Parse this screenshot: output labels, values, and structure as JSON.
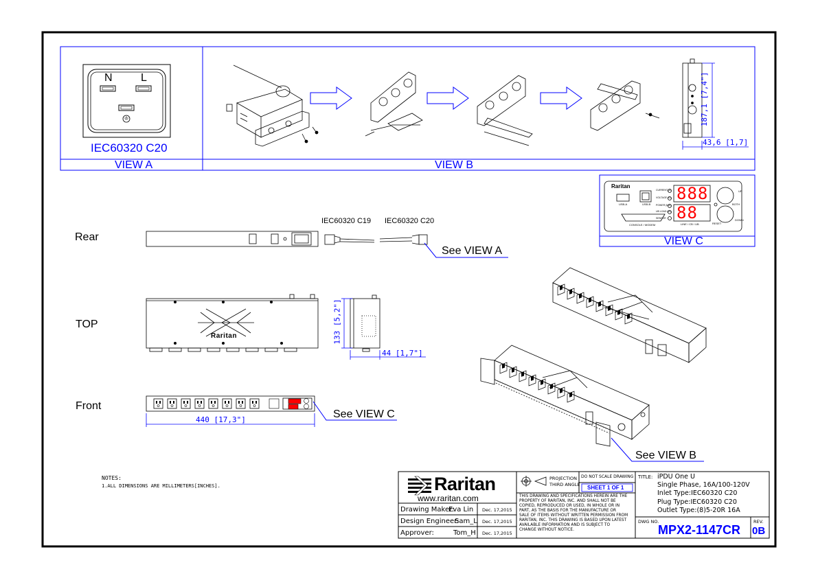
{
  "view_a": {
    "socket_n": "N",
    "socket_l": "L",
    "caption": "IEC60320 C20",
    "title": "VIEW A"
  },
  "view_b": {
    "title": "VIEW B",
    "dim_height": "187,1 [7,4\"]",
    "dim_width": "43,6 [1,7]"
  },
  "view_c": {
    "title": "VIEW C",
    "logo": "Raritan",
    "usb_a": "USB-A",
    "usb_b": "USB-B",
    "ind_current": "CURRENT (A)",
    "ind_voltage": "VOLTAGE (V)",
    "ind_power": "POWER (kW)",
    "ind_ub": "UB LOAD (%)",
    "ind_sensor": "SENSOR",
    "digits_top": "888",
    "digits_bottom": "88",
    "btn_up": "UP",
    "btn_both": "BOTH",
    "btn_down": "DOWN",
    "console": "CONSOLE / MODEM",
    "line_ob": "LINE / CB / UB",
    "reset": "RESET"
  },
  "views": {
    "rear": "Rear",
    "top": "TOP",
    "front": "Front",
    "cord_c19": "IEC60320  C19",
    "cord_c20": "IEC60320  C20",
    "see_a": "See VIEW A",
    "see_c": "See VIEW C",
    "see_b": "See VIEW B",
    "top_logo": "Raritan",
    "dim_top_height": "133 [5,2\"]",
    "dim_top_width": "44 [1,7\"]",
    "dim_front_width": "440 [17,3\"]"
  },
  "notes": {
    "heading": "NOTES:",
    "line1": "1.ALL DIMENSIONS ARE MILLIMETERS[INCHES]."
  },
  "title_block": {
    "logo": "Raritan",
    "url": "www.raritan.com",
    "maker_label": "Drawing Maker:",
    "maker_name": "Eva Lin",
    "maker_date": "Dec. 17,2015",
    "engineer_label": "Design Engineer:",
    "engineer_name": "Sam_L",
    "engineer_date": "Dec. 17,2015",
    "approver_label": "Approver:",
    "approver_name": "Tom_H",
    "approver_date": "Dec. 17,2015",
    "projection_line1": "PROJECTION",
    "projection_line2": "THIRD ANGLE",
    "no_scale": "DO NOT SCALE DRAWING",
    "sheet": "SHEET 1 OF 1",
    "disclaimer": [
      "THIS DRAWING AND SPECIFICATIONS HEREIN ARE THE",
      "PROPERTY OF RARITAN, INC. AND SHALL NOT BE",
      "COPIED, REPRODUCED OR USED, IN WHOLE OR IN",
      "PART, AS THE BASIS FOR THE MANUFACTURE OR",
      "SALE OF ITEMS WITHOUT WRITTEN PERMISSION FROM",
      "RARITAN, INC. THIS DRAWING IS BASED UPON LATEST",
      "AVAILABLE INFORMATION AND IS SUBJECT TO",
      "CHANGE WITHOUT NOTICE."
    ],
    "title_label": "TITLE:",
    "title_lines": [
      "iPDU One U",
      "Single Phase, 16A/100-120V",
      "Inlet Type:IEC60320 C20",
      "Plug Type:IEC60320 C20",
      "Outlet Type:(8)5-20R 16A"
    ],
    "dwg_label": "DWG NO.",
    "dwg_no": "MPX2-1147CR",
    "rev_label": "REV.",
    "rev": "0B"
  },
  "colors": {
    "accent": "#0000ff",
    "line": "#000000"
  }
}
